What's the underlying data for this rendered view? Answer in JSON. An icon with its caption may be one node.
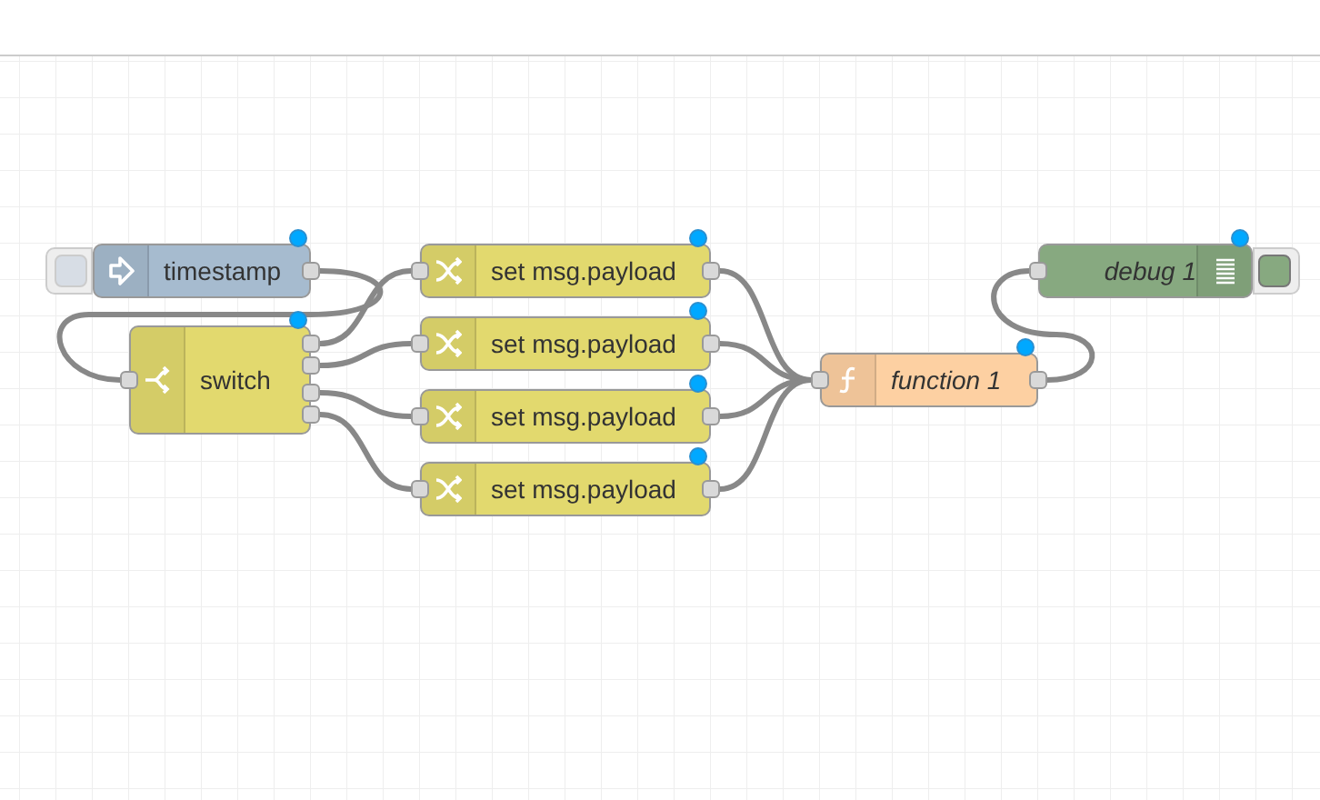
{
  "diagram": {
    "nodes": [
      {
        "text": [
          "timestamp"
        ]
      },
      {
        "text": [
          "switch"
        ]
      },
      {
        "text": [
          "set msg.payload"
        ]
      },
      {
        "text": [
          "set msg.payload"
        ]
      },
      {
        "text": [
          "set msg.payload"
        ]
      },
      {
        "text": [
          "set msg.payload"
        ]
      },
      {
        "text": [
          "function 1"
        ]
      },
      {
        "text": [
          "debug 1"
        ]
      }
    ],
    "edges": [
      {
        "from": 0,
        "to": 1,
        "arrow": "none"
      },
      {
        "from": 1,
        "to": 2,
        "arrow": "none"
      },
      {
        "from": 1,
        "to": 3,
        "arrow": "none"
      },
      {
        "from": 1,
        "to": 4,
        "arrow": "none"
      },
      {
        "from": 1,
        "to": 5,
        "arrow": "none"
      },
      {
        "from": 2,
        "to": 6,
        "arrow": "none"
      },
      {
        "from": 3,
        "to": 6,
        "arrow": "none"
      },
      {
        "from": 4,
        "to": 6,
        "arrow": "none"
      },
      {
        "from": 5,
        "to": 6,
        "arrow": "none"
      },
      {
        "from": 6,
        "to": 7,
        "arrow": "none"
      }
    ]
  }
}
